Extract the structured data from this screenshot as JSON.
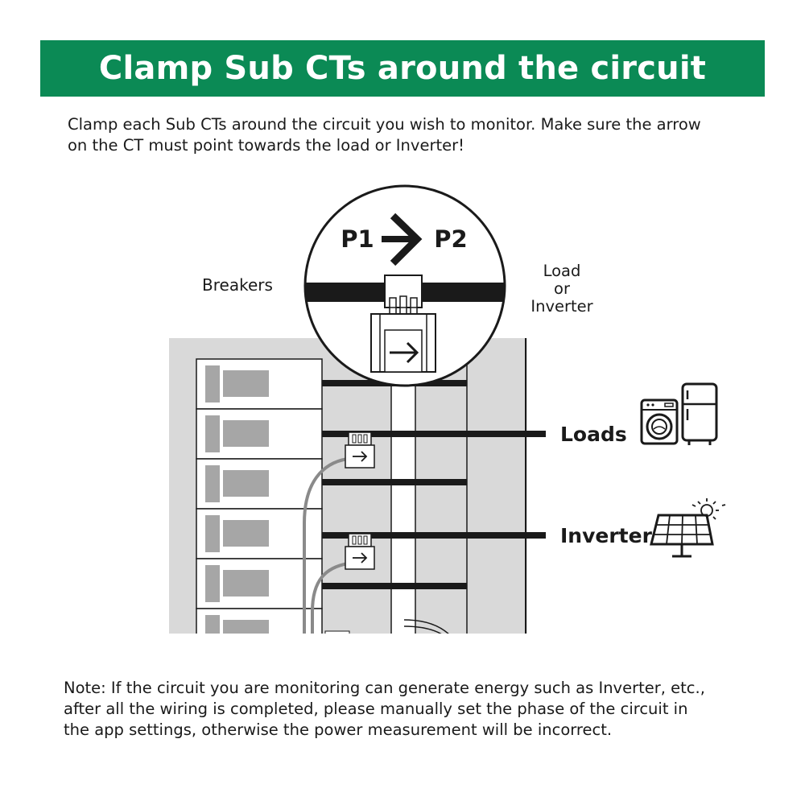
{
  "header": {
    "title": "Clamp Sub CTs around the circuit"
  },
  "intro": {
    "line1": "Clamp each Sub CTs around the circuit you wish to monitor. Make sure the arrow",
    "line2": "on the CT must point towards the load or Inverter!"
  },
  "diagram": {
    "breakers_label": "Breakers",
    "load_or_inverter": {
      "line1": "Load",
      "line2": "or",
      "line3": "Inverter"
    },
    "p1_label": "P1",
    "p2_label": "P2",
    "loads_label": "Loads",
    "inverter_label": "Inverter",
    "icons": [
      "washing-machine-icon",
      "refrigerator-icon",
      "solar-panel-icon",
      "sun-icon",
      "arrow-right-icon"
    ]
  },
  "note": {
    "line1": "Note: If the circuit you are monitoring can generate energy such as Inverter, etc.,",
    "line2": "after all the wiring is completed, please manually set the phase of the circuit in",
    "line3": "the app settings, otherwise the power measurement will be incorrect."
  },
  "colors": {
    "banner": "#0b8a55",
    "panel": "#d9d9d9",
    "wire": "#1a1a1a",
    "breaker": "#a6a6a6",
    "cable": "#8a8a8a"
  }
}
